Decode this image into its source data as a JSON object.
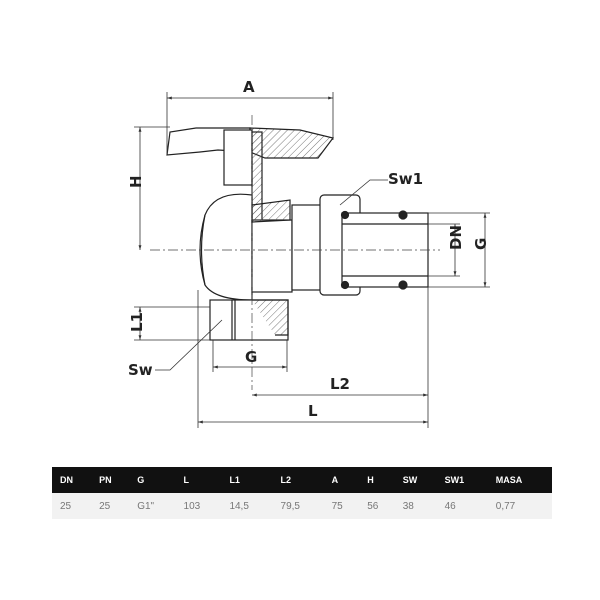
{
  "drawing": {
    "labels": {
      "A": "A",
      "H": "H",
      "Sw1": "Sw1",
      "DN": "DN",
      "G_right": "G",
      "L1": "L1",
      "Sw": "Sw",
      "G_bottom": "G",
      "L2": "L2",
      "L": "L"
    }
  },
  "table": {
    "headers": [
      "DN",
      "PN",
      "G",
      "L",
      "L1",
      "L2",
      "A",
      "H",
      "SW",
      "SW1",
      "MASA"
    ],
    "rows": [
      [
        "25",
        "25",
        "G1\"",
        "103",
        "14,5",
        "79,5",
        "75",
        "56",
        "38",
        "46",
        "0,77"
      ]
    ]
  }
}
